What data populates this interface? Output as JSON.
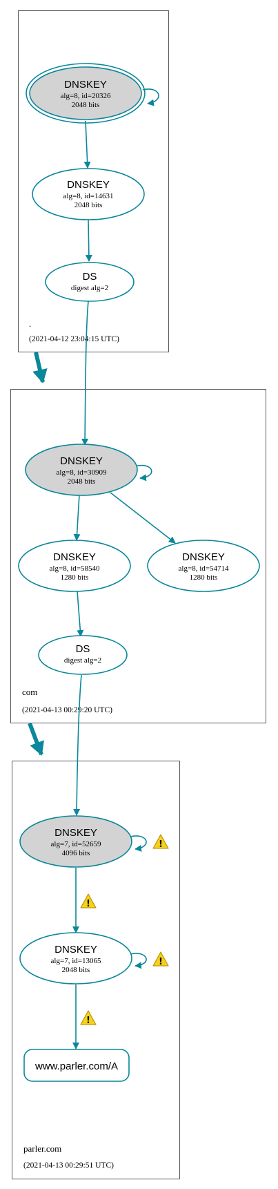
{
  "colors": {
    "edge": "#0a879a",
    "ksk_fill": "#d3d3d3",
    "zone_border": "#555555",
    "warning_fill": "#f5d21a",
    "warning_stroke": "#b48600"
  },
  "zones": [
    {
      "label": ".",
      "timestamp": "(2021-04-12 23:04:15 UTC)"
    },
    {
      "label": "com",
      "timestamp": "(2021-04-13 00:29:20 UTC)"
    },
    {
      "label": "parler.com",
      "timestamp": "(2021-04-13 00:29:51 UTC)"
    }
  ],
  "nodes": {
    "root_ksk": {
      "title": "DNSKEY",
      "line1": "alg=8, id=20326",
      "line2": "2048 bits"
    },
    "root_zsk": {
      "title": "DNSKEY",
      "line1": "alg=8, id=14631",
      "line2": "2048 bits"
    },
    "root_ds": {
      "title": "DS",
      "line1": "digest alg=2"
    },
    "com_ksk": {
      "title": "DNSKEY",
      "line1": "alg=8, id=30909",
      "line2": "2048 bits"
    },
    "com_zsk1": {
      "title": "DNSKEY",
      "line1": "alg=8, id=58540",
      "line2": "1280 bits"
    },
    "com_zsk2": {
      "title": "DNSKEY",
      "line1": "alg=8, id=54714",
      "line2": "1280 bits"
    },
    "com_ds": {
      "title": "DS",
      "line1": "digest alg=2"
    },
    "parler_ksk": {
      "title": "DNSKEY",
      "line1": "alg=7, id=52659",
      "line2": "4096 bits"
    },
    "parler_zsk": {
      "title": "DNSKEY",
      "line1": "alg=7, id=13065",
      "line2": "2048 bits"
    },
    "parler_rr": {
      "title": "www.parler.com/A"
    }
  },
  "icons": {
    "warning": "warning-icon",
    "warning_glyph": "!"
  }
}
